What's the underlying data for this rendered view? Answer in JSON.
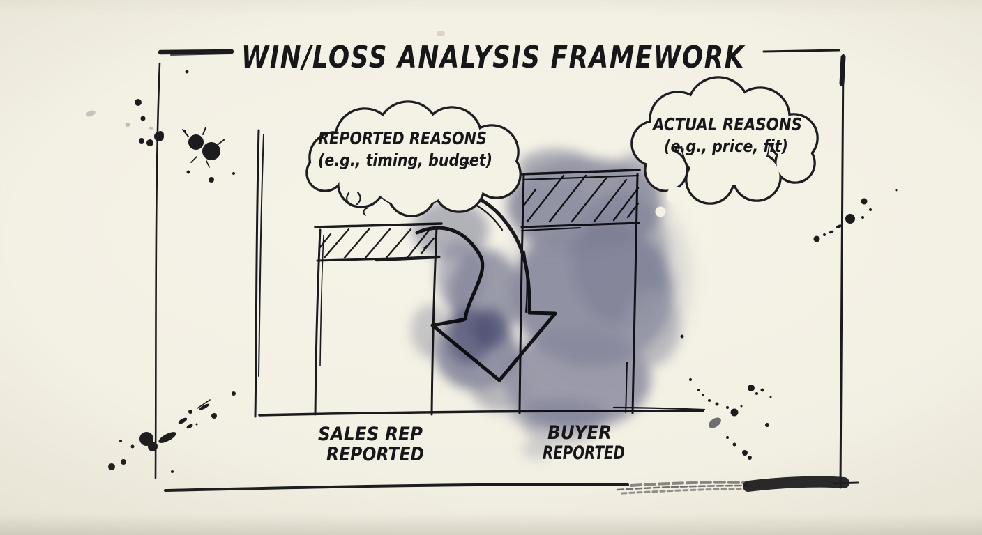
{
  "title": "WIN/LOSS ANALYSIS FRAMEWORK",
  "clouds": {
    "reported": {
      "line1": "REPORTED REASONS",
      "line2": "(e.g., timing, budget)"
    },
    "actual": {
      "line1": "ACTUAL REASONS",
      "line2": "(e.g., price, fit)"
    }
  },
  "bars": [
    {
      "label_line1": "SALES REP",
      "label_line2": "REPORTED",
      "relative_height": "shorter",
      "hatched_top": true,
      "watercolor_highlight": false
    },
    {
      "label_line1": "BUYER",
      "label_line2": "REPORTED",
      "relative_height": "taller",
      "hatched_top": true,
      "watercolor_highlight": true
    }
  ],
  "icons": {
    "arrow": "down-curved-arrow",
    "bubbles": "thought-bubble"
  },
  "colors": {
    "paper": "#f2efe3",
    "ink": "#1b1b1f",
    "watercolor": "#7b7fa1",
    "watercolor_dark": "#3d4170"
  }
}
